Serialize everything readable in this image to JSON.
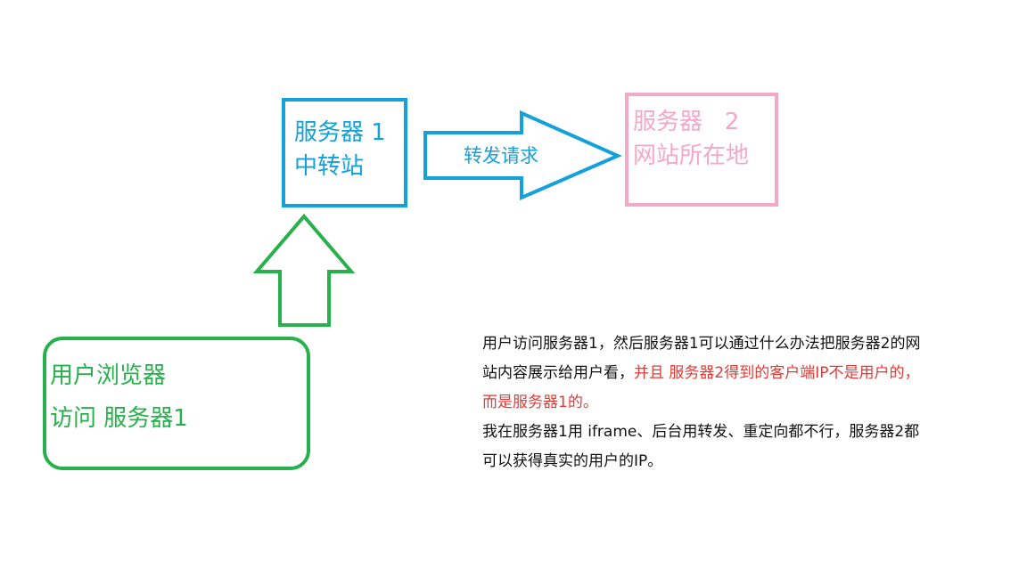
{
  "colors": {
    "server1": "#14a0d8",
    "server2": "#f4a8c8",
    "browser": "#27b04c",
    "highlight": "#e53935",
    "text": "#111111"
  },
  "server1": {
    "line1": "服务器 1",
    "line2": "中转站"
  },
  "server2": {
    "line1": "服务器   2",
    "line2": "网站所在地"
  },
  "forward_arrow": {
    "label": "转发请求"
  },
  "browser": {
    "line1": "用户浏览器",
    "line2": "访问 服务器1"
  },
  "note": {
    "line1": "用户访问服务器1，然后服务器1可以通过什么办法把服务器2的网",
    "line2_plain": "站内容展示给用户看，",
    "line2_red": "并且 服务器2得到的客户端IP不是用户的，",
    "line3_red": "而是服务器1的。",
    "line4": "我在服务器1用 iframe、后台用转发、重定向都不行，服务器2都",
    "line5": "可以获得真实的用户的IP。"
  }
}
